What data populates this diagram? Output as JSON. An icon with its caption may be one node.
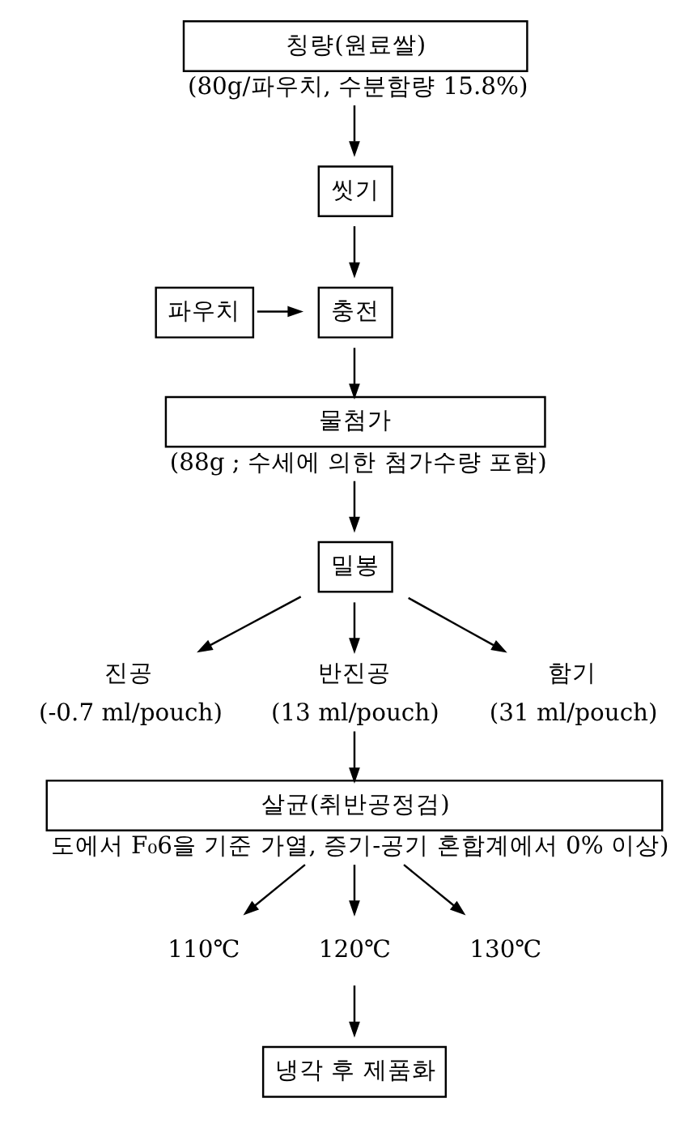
{
  "diagram": {
    "nodes": [
      {
        "text": [
          "칭량(원료쌀)"
        ],
        "beside": [
          "(80g/파우치, 수분함량 15.8%)"
        ]
      },
      {
        "text": [
          "씻기"
        ]
      },
      {
        "text": [
          "파우치"
        ]
      },
      {
        "text": [
          "충전"
        ]
      },
      {
        "text": [
          "물첨가"
        ],
        "beside": [
          "(88g ; 수세에 의한 첨가수량 포함)"
        ]
      },
      {
        "text": [
          "밀봉"
        ]
      },
      {
        "text": [
          "진공"
        ],
        "beside": [
          "(-0.7 ml/pouch)"
        ]
      },
      {
        "text": [
          "반진공"
        ],
        "beside": [
          "(13 ml/pouch)"
        ]
      },
      {
        "text": [
          "함기"
        ],
        "beside": [
          "(31 ml/pouch)"
        ]
      },
      {
        "text": [
          "살균(취반공정검)"
        ],
        "beside": [
          "도에서 F₀6을 기준 가열, 증기-공기 혼합계에서 0% 이상)"
        ]
      },
      {
        "text": [
          "110℃"
        ]
      },
      {
        "text": [
          "120℃"
        ]
      },
      {
        "text": [
          "130℃"
        ]
      },
      {
        "text": [
          "냉각 후 제품화"
        ]
      }
    ],
    "edges": [
      {
        "from": 0,
        "to": 1,
        "arrow": "to"
      },
      {
        "from": 1,
        "to": 3,
        "arrow": "to"
      },
      {
        "from": 2,
        "to": 3,
        "arrow": "to"
      },
      {
        "from": 3,
        "to": 4,
        "arrow": "to"
      },
      {
        "from": 4,
        "to": 5,
        "arrow": "to"
      },
      {
        "from": 5,
        "to": 6,
        "arrow": "to"
      },
      {
        "from": 5,
        "to": 7,
        "arrow": "to"
      },
      {
        "from": 5,
        "to": 8,
        "arrow": "to"
      },
      {
        "from": 7,
        "to": 9,
        "arrow": "to"
      },
      {
        "from": 9,
        "to": 10,
        "arrow": "to"
      },
      {
        "from": 9,
        "to": 11,
        "arrow": "to"
      },
      {
        "from": 9,
        "to": 12,
        "arrow": "to"
      },
      {
        "from": 11,
        "to": 13,
        "arrow": "to"
      }
    ]
  }
}
